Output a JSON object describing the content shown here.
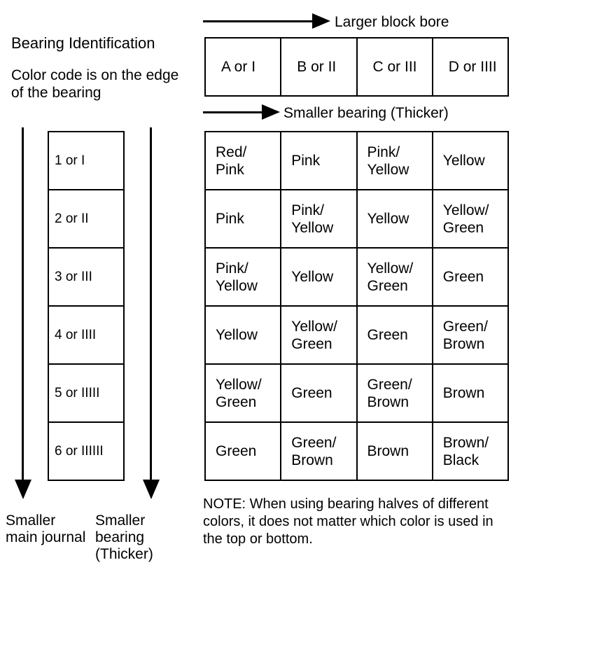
{
  "heading": {
    "title": "Bearing Identification",
    "subtitle": "Color code is on the edge of the bearing"
  },
  "arrows": {
    "top": {
      "label": "Larger block bore",
      "direction": "right"
    },
    "second": {
      "label": "Smaller bearing (Thicker)",
      "direction": "right"
    },
    "left_vertical": {
      "label": "Smaller main journal",
      "direction": "down"
    },
    "right_vertical": {
      "label": "Smaller bearing (Thicker)",
      "direction": "down"
    }
  },
  "bore_header": {
    "columns": [
      "A or I",
      "B or II",
      "C or III",
      "D or IIII"
    ]
  },
  "row_index": {
    "rows": [
      "1 or I",
      "2 or II",
      "3 or III",
      "4 or IIII",
      "5 or IIIII",
      "6 or IIIIII"
    ]
  },
  "color_table": {
    "row_labels": [
      "1 or I",
      "2 or II",
      "3 or III",
      "4 or IIII",
      "5 or IIIII",
      "6 or IIIIII"
    ],
    "column_labels": [
      "A or I",
      "B or II",
      "C or III",
      "D or IIII"
    ],
    "rows": [
      [
        [
          "Red/",
          "Pink"
        ],
        [
          "Pink"
        ],
        [
          "Pink/",
          "Yellow"
        ],
        [
          "Yellow"
        ]
      ],
      [
        [
          "Pink"
        ],
        [
          "Pink/",
          "Yellow"
        ],
        [
          "Yellow"
        ],
        [
          "Yellow/",
          "Green"
        ]
      ],
      [
        [
          "Pink/",
          "Yellow"
        ],
        [
          "Yellow"
        ],
        [
          "Yellow/",
          "Green"
        ],
        [
          "Green"
        ]
      ],
      [
        [
          "Yellow"
        ],
        [
          "Yellow/",
          "Green"
        ],
        [
          "Green"
        ],
        [
          "Green/",
          "Brown"
        ]
      ],
      [
        [
          "Yellow/",
          "Green"
        ],
        [
          "Green"
        ],
        [
          "Green/",
          "Brown"
        ],
        [
          "Brown"
        ]
      ],
      [
        [
          "Green"
        ],
        [
          "Green/",
          "Brown"
        ],
        [
          "Brown"
        ],
        [
          "Brown/",
          "Black"
        ]
      ]
    ]
  },
  "bottom_captions": {
    "main_journal": "Smaller main journal",
    "bearing": "Smaller bearing (Thicker)"
  },
  "note": {
    "text": "NOTE: When using bearing halves of different colors, it does not matter which color is used in the top or bottom."
  },
  "colors": {
    "ink": "#000000",
    "background": "#ffffff"
  }
}
